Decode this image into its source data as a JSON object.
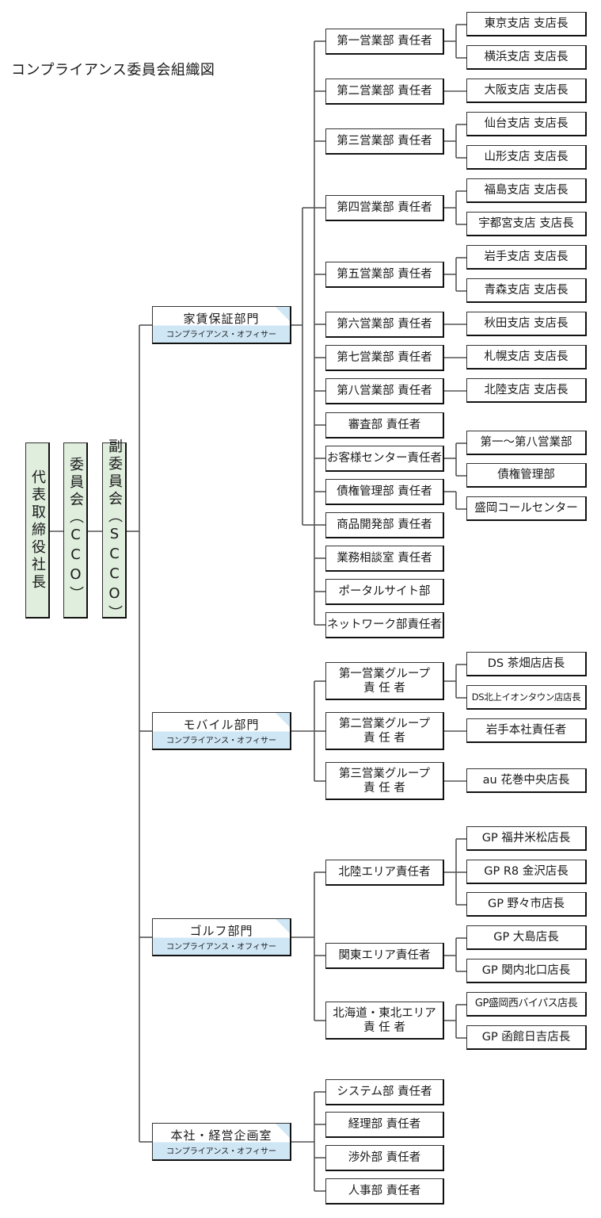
{
  "title": "コンプライアンス委員会組織図",
  "top": {
    "president": "代表取締役社長",
    "committee": "委員会（CCO）",
    "vice_committee": "副委員会（SCCO）"
  },
  "officer_label": "コンプライアンス・オフィサー",
  "departments": {
    "rent": "家賃保証部門",
    "mobile": "モバイル部門",
    "golf": "ゴルフ部門",
    "hq": "本社・経営企画室"
  },
  "rent": {
    "units": [
      "第一営業部 責任者",
      "第二営業部 責任者",
      "第三営業部 責任者",
      "第四営業部 責任者",
      "第五営業部 責任者",
      "第六営業部 責任者",
      "第七営業部 責任者",
      "第八営業部 責任者",
      "審査部 責任者",
      "お客様センター責任者",
      "債権管理部 責任者",
      "商品開発部 責任者",
      "業務相談室 責任者",
      "ポータルサイト部",
      "ネットワーク部責任者"
    ],
    "leaves": [
      "東京支店 支店長",
      "横浜支店 支店長",
      "大阪支店 支店長",
      "仙台支店 支店長",
      "山形支店 支店長",
      "福島支店 支店長",
      "宇都宮支店 支店長",
      "岩手支店 支店長",
      "青森支店 支店長",
      "秋田支店 支店長",
      "札幌支店 支店長",
      "北陸支店 支店長",
      "第一～第八営業部",
      "債権管理部",
      "盛岡コールセンター"
    ]
  },
  "mobile": {
    "units": [
      {
        "line1": "第一営業グループ",
        "line2": "責 任 者"
      },
      {
        "line1": "第二営業グループ",
        "line2": "責 任 者"
      },
      {
        "line1": "第三営業グループ",
        "line2": "責 任 者"
      }
    ],
    "leaves": [
      "DS 茶畑店店長",
      "DS北上イオンタウン店店長",
      "岩手本社責任者",
      "au 花巻中央店長"
    ]
  },
  "golf": {
    "units": [
      {
        "line1": "北陸エリア責任者",
        "line2": ""
      },
      {
        "line1": "関東エリア責任者",
        "line2": ""
      },
      {
        "line1": "北海道・東北エリア",
        "line2": "責 任 者"
      }
    ],
    "leaves": [
      "GP 福井米松店長",
      "GP R8 金沢店長",
      "GP 野々市店長",
      "GP 大島店長",
      "GP 関内北口店長",
      "GP盛岡西バイパス店長",
      "GP 函館日吉店長"
    ]
  },
  "hq": {
    "units": [
      "システム部 責任者",
      "経理部 責任者",
      "渉外部 責任者",
      "人事部 責任者"
    ]
  }
}
